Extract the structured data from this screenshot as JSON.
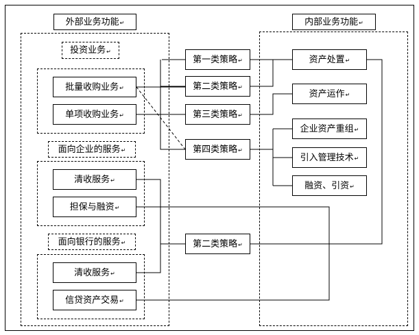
{
  "mark": "↵",
  "panels": {
    "external_title": "外部业务功能",
    "internal_title": "内部业务功能"
  },
  "external": {
    "invest_group": "投资业务",
    "batch_buy": "批量收购业务",
    "single_buy": "单项收购业务",
    "enterprise_group": "面向企业的服务",
    "collection_1": "清收服务",
    "guarantee": "担保与融资",
    "bank_group": "面向银行的服务",
    "collection_2": "清收服务",
    "credit_trade": "信贷资产交易"
  },
  "strategies": {
    "s1": "第一类策略",
    "s2": "第二类策略",
    "s3": "第三类策略",
    "s4": "第四类策略",
    "s2b": "第二类策略"
  },
  "internal": {
    "asset_disposal": "资产处置",
    "asset_operation": "资产运作",
    "restructure": "企业资产重组",
    "tech_intro": "引入管理技术",
    "financing": "融资、引资"
  }
}
